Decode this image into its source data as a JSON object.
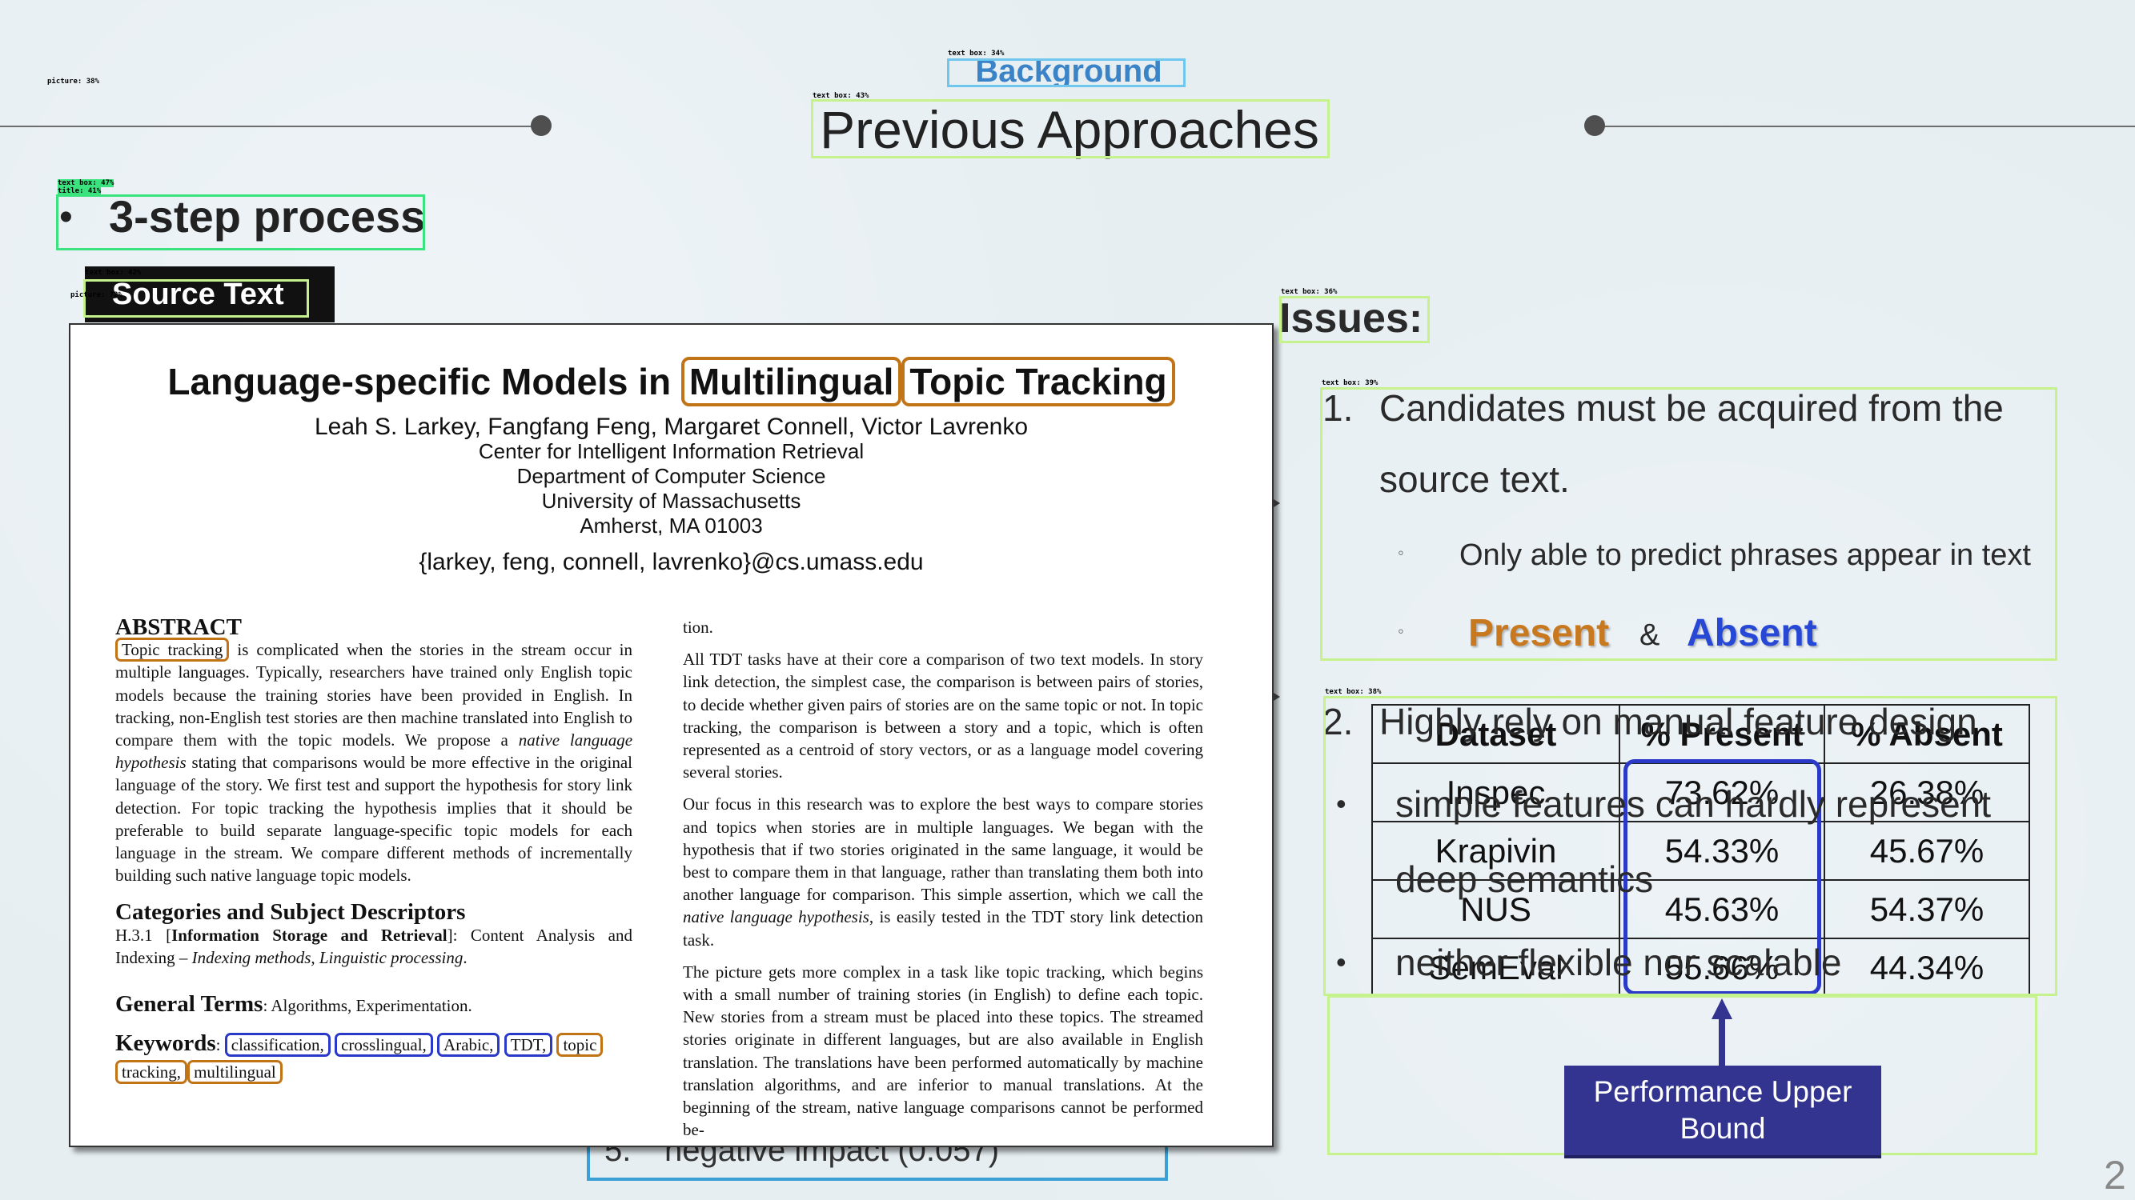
{
  "detection_tags": {
    "picture_1": "picture: 38%",
    "text_box_bg": "text box: 34%",
    "text_box_title": "text box: 43%",
    "text_box_step": "text box: 47%",
    "title_tag": "title: 41%",
    "text_box_source": "text box: 42%",
    "picture_2": "picture: 72%",
    "text_box_issues": "text box: 36%",
    "text_box_c1": "text box: 39%",
    "text_box_c2": "text box: 38%"
  },
  "header": {
    "section_label": "Background",
    "title": "Previous Approaches"
  },
  "left": {
    "step_bullet": "•",
    "step_text": "3-step process",
    "source_label": "Source Text",
    "hidden_item_number": "5.",
    "hidden_item_text": "negative impact (0.057)"
  },
  "paper": {
    "title_part1": "Language-specific Models in",
    "title_kw1": "Multilingual",
    "title_kw2": "Topic Tracking",
    "authors": "Leah S. Larkey, Fangfang Feng, Margaret Connell, Victor Lavrenko",
    "affiliation_1": "Center for Intelligent Information Retrieval",
    "affiliation_2": "Department of Computer Science",
    "affiliation_3": "University of Massachusetts",
    "affiliation_4": "Amherst, MA 01003",
    "email": "{larkey, feng, connell, lavrenko}@cs.umass.edu",
    "abstract_heading": "ABSTRACT",
    "abstract_kw": "Topic tracking",
    "abstract_text": "is complicated when the stories in the stream occur in multiple languages. Typically, researchers have trained only English topic models because the training stories have been provided in English. In tracking, non-English test stories are then machine translated into English to compare them with the topic models. We propose a",
    "abstract_italic": "native language hypothesis",
    "abstract_text2": "stating that comparisons would be more effective in the original language of the story. We first test and support the hypothesis for story link detection. For topic tracking the hypothesis implies that it should be preferable to build separate language-specific topic models for each language in the stream. We compare different methods of incrementally building such native language topic models.",
    "categories_heading": "Categories and Subject Descriptors",
    "categories_code": "H.3.1 [",
    "categories_bold": "Information Storage and Retrieval",
    "categories_rest": "]: Content Analysis and Indexing –",
    "categories_italic": "Indexing methods, Linguistic processing",
    "categories_end": ".",
    "general_heading": "General Terms",
    "general_text": ": Algorithms, Experimentation.",
    "keywords_heading": "Keywords",
    "keywords_colon": ":",
    "keywords": [
      "classification,",
      "crosslingual,",
      "Arabic,",
      "TDT,",
      "topic",
      "tracking,",
      "multilingual"
    ],
    "col2_p0": "tion.",
    "col2_p1": "All TDT tasks have at their core a comparison of two text models. In story link detection, the simplest case, the comparison is between pairs of stories, to decide whether given pairs of stories are on the same topic or not. In topic tracking, the comparison is between a story and a topic, which is often represented as a centroid of story vectors, or as a language model covering several stories.",
    "col2_p2a": "Our focus in this research was to explore the best ways to compare stories and topics when stories are in multiple languages. We began with the hypothesis that if two stories originated in the same language, it would be best to compare them in that language, rather than translating them both into another language for comparison. This simple assertion, which we call the",
    "col2_p2_italic": "native language hypothesis",
    "col2_p2b": ", is easily tested in the TDT story link detection task.",
    "col2_p3": "The picture gets more complex in a task like topic tracking, which begins with a small number of training stories (in English) to define each topic. New stories from a stream must be placed into these topics. The streamed stories originate in different languages, but are also available in English translation. The translations have been performed automatically by machine translation algorithms, and are inferior to manual translations. At the beginning of the stream, native language comparisons cannot be performed be-"
  },
  "issues": {
    "heading": "Issues:",
    "item1_num": "1.",
    "item1_line1": "Candidates must be acquired from the",
    "item1_line2": "source text.",
    "sub1_bullet": "◦",
    "sub1": "Only able to predict phrases appear in text",
    "sub2_bullet": "◦",
    "present": "Present",
    "amp": "&",
    "absent": "Absent",
    "item2_num": "2.",
    "item2": "Highly rely on manual feature design",
    "bullet_a_mark": "•",
    "bullet_a_line1": "simple features can hardly represent",
    "bullet_a_line2": "deep semantics",
    "bullet_b_mark": "•",
    "bullet_b": "neither flexible nor scalable"
  },
  "table": {
    "headers": [
      "Dataset",
      "% Present",
      "% Absent"
    ],
    "rows": [
      [
        "Inspec",
        "73.62%",
        "26.38%"
      ],
      [
        "Krapivin",
        "54.33%",
        "45.67%"
      ],
      [
        "NUS",
        "45.63%",
        "54.37%"
      ],
      [
        "SemEval",
        "55.66%",
        "44.34%"
      ]
    ]
  },
  "callout": {
    "text": "Performance Upper Bound"
  },
  "page_number": "2",
  "colors": {
    "present": "#c8781e",
    "absent": "#2748d6",
    "callout_bg": "#32348f",
    "highlight_blue": "#2a39c7",
    "highlight_orange": "#c07416"
  }
}
